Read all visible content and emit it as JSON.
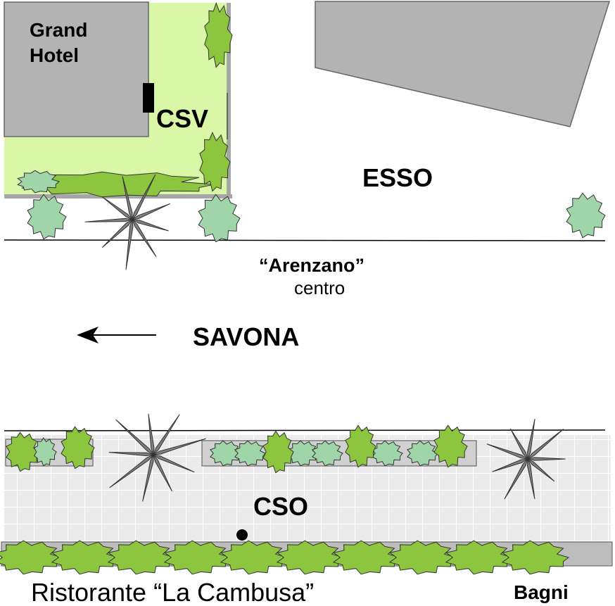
{
  "labels": {
    "hotel_line1": "Grand",
    "hotel_line2": "Hotel",
    "stop_csv": "CSV",
    "station_esso": "ESSO",
    "stop_arenzano": "“Arenzano”",
    "stop_arenzano_sub": "centro",
    "direction_savona": "SAVONA",
    "stop_cso": "CSO",
    "restaurant": "Ristorante  “La Cambusa”",
    "baths": "Bagni"
  },
  "colors": {
    "building": "#b3b3b3",
    "garden": "#d9f7a6",
    "shrub_bright": "#8cc63f",
    "shrub_pale": "#9fd5a8",
    "palm": "#808080",
    "pavement": "#ebebeb",
    "road_line": "#000000"
  },
  "icons": {
    "direction": "arrow-left-icon",
    "bus_stop": "bus-stop-dot-icon",
    "palm": "palm-tree-icon",
    "shrub": "shrub-icon"
  }
}
